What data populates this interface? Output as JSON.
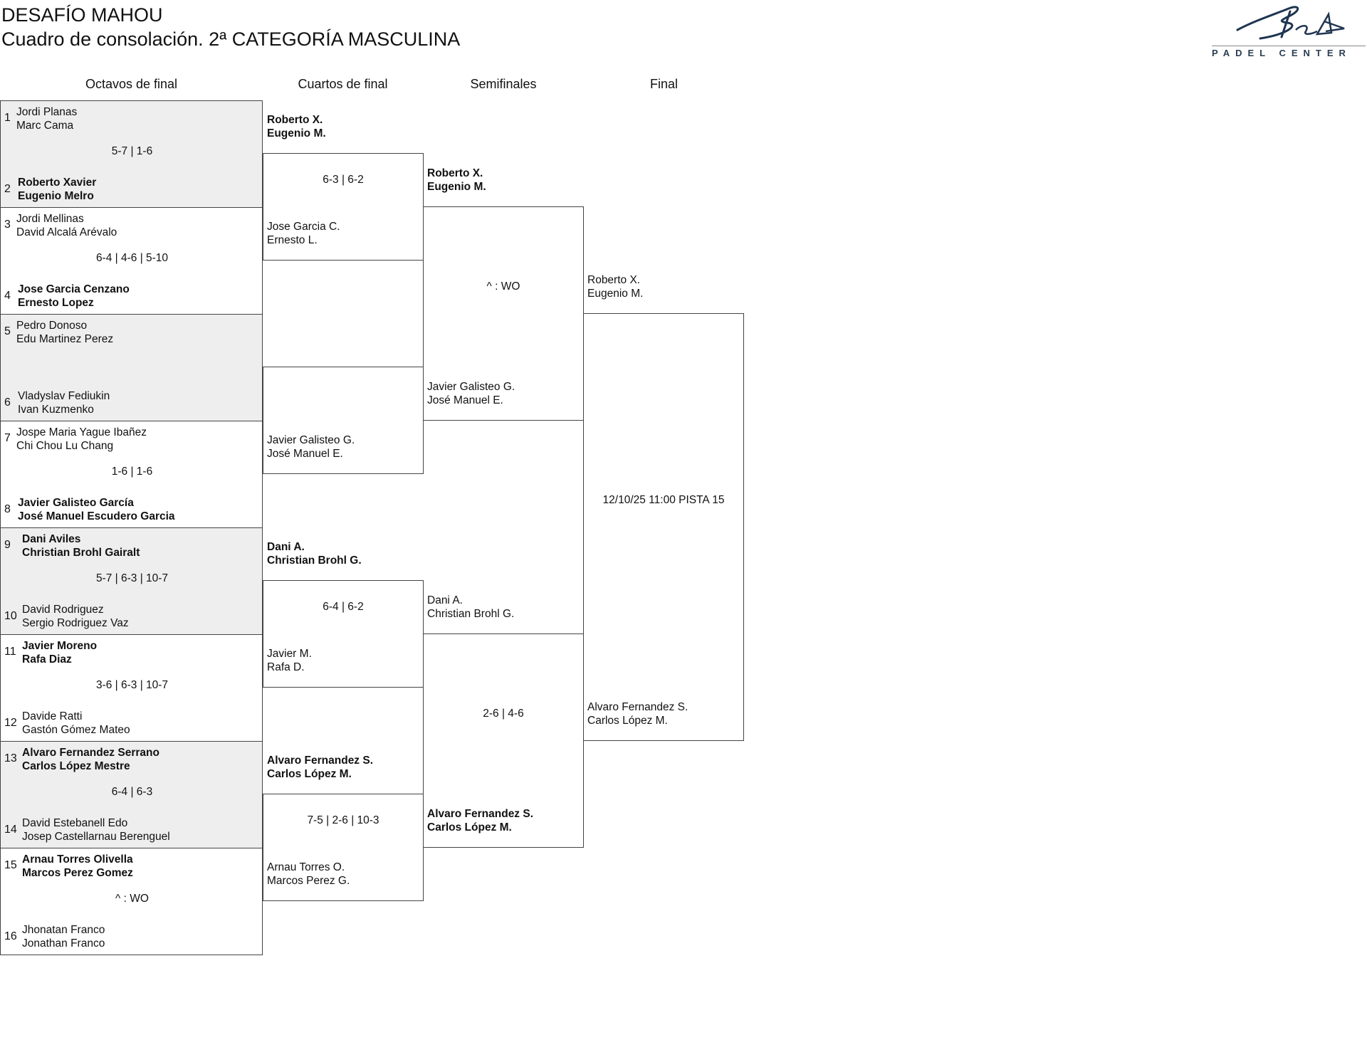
{
  "header": {
    "title": "DESAFÍO MAHOU",
    "subtitle": "Cuadro de consolación. 2ª CATEGORÍA MASCULINA",
    "logo_text": "PADEL CENTER",
    "logo_icon": "bela-signature-logo",
    "brand_color": "#1f3550"
  },
  "rounds": {
    "r1": "Octavos de final",
    "r2": "Cuartos de final",
    "r3": "Semifinales",
    "r4": "Final"
  },
  "octavos": [
    {
      "seed_a": "1",
      "a1": "Jordi Planas",
      "a2": "Marc Cama",
      "score": "5-7 | 1-6",
      "seed_b": "2",
      "b1": "Roberto Xavier",
      "b2": "Eugenio Melro"
    },
    {
      "seed_a": "3",
      "a1": "Jordi Mellinas",
      "a2": "David Alcalá Arévalo",
      "score": "6-4 | 4-6 | 5-10",
      "seed_b": "4",
      "b1": "Jose Garcia Cenzano",
      "b2": "Ernesto Lopez"
    },
    {
      "seed_a": "5",
      "a1": "Pedro Donoso",
      "a2": "Edu Martinez Perez",
      "score": "",
      "seed_b": "6",
      "b1": "Vladyslav Fediukin",
      "b2": "Ivan Kuzmenko"
    },
    {
      "seed_a": "7",
      "a1": "Jospe Maria Yague Ibañez",
      "a2": "Chi Chou Lu Chang",
      "score": "1-6 | 1-6",
      "seed_b": "8",
      "b1": "Javier Galisteo García",
      "b2": "José Manuel Escudero Garcia"
    },
    {
      "seed_a": "9",
      "a1": "Dani Aviles",
      "a2": "Christian Brohl Gairalt",
      "score": "5-7 | 6-3 | 10-7",
      "seed_b": "10",
      "b1": "David Rodriguez",
      "b2": "Sergio Rodriguez Vaz"
    },
    {
      "seed_a": "11",
      "a1": "Javier Moreno",
      "a2": "Rafa Diaz",
      "score": "3-6 | 6-3 | 10-7",
      "seed_b": "12",
      "b1": "Davide Ratti",
      "b2": "Gastón Gómez Mateo"
    },
    {
      "seed_a": "13",
      "a1": "Alvaro Fernandez Serrano",
      "a2": "Carlos López Mestre",
      "score": "6-4 | 6-3",
      "seed_b": "14",
      "b1": "David Estebanell Edo",
      "b2": "Josep Castellarnau Berenguel"
    },
    {
      "seed_a": "15",
      "a1": "Arnau Torres Olivella",
      "a2": "Marcos Perez Gomez",
      "score": "^ : WO",
      "seed_b": "16",
      "b1": "Jhonatan Franco",
      "b2": "Jonathan Franco"
    }
  ],
  "cuartos": [
    {
      "a1": "Roberto X.",
      "a2": "Eugenio M.",
      "score": "6-3 | 6-2",
      "b1": "Jose Garcia C.",
      "b2": "Ernesto L."
    },
    {
      "a1": "",
      "a2": "",
      "score": "",
      "b1": "Javier Galisteo G.",
      "b2": "José Manuel E."
    },
    {
      "a1": "Dani A.",
      "a2": "Christian Brohl G.",
      "score": "6-4 | 6-2",
      "b1": "Javier M.",
      "b2": "Rafa D."
    },
    {
      "a1": "Alvaro Fernandez S.",
      "a2": "Carlos López M.",
      "score": "7-5 | 2-6 | 10-3",
      "b1": "Arnau Torres O.",
      "b2": "Marcos Perez G."
    }
  ],
  "semis": [
    {
      "a1": "Roberto X.",
      "a2": "Eugenio M.",
      "score": "^ : WO",
      "b1": "Javier Galisteo G.",
      "b2": "José Manuel E."
    },
    {
      "a1": "Dani A.",
      "a2": "Christian Brohl G.",
      "score": "2-6 | 4-6",
      "b1": "Alvaro Fernandez S.",
      "b2": "Carlos López M."
    }
  ],
  "final": {
    "a1": "Roberto X.",
    "a2": "Eugenio M.",
    "info": "12/10/25 11:00 PISTA 15",
    "b1": "Alvaro Fernandez S.",
    "b2": "Carlos López M."
  }
}
